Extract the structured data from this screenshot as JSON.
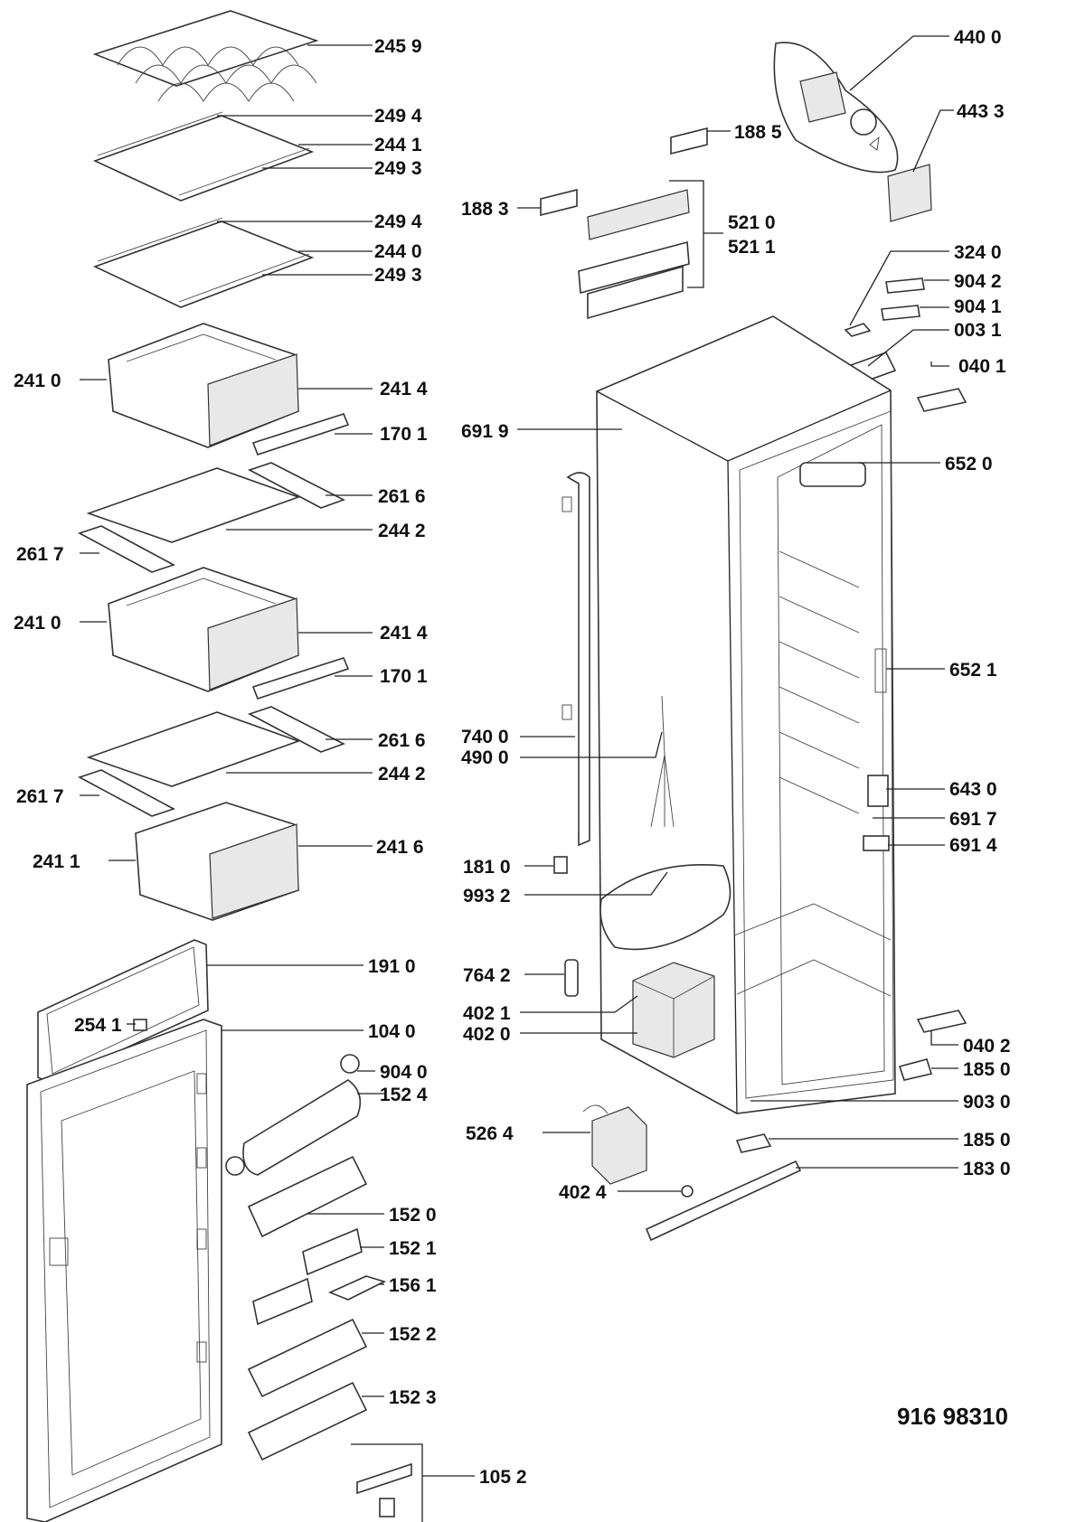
{
  "document_number": "916 98310",
  "callouts": {
    "c2459": "245 9",
    "c2494a": "249 4",
    "c2441": "244 1",
    "c2493a": "249 3",
    "c2494b": "249 4",
    "c2440": "244 0",
    "c2493b": "249 3",
    "c2410a": "241 0",
    "c2414a": "241 4",
    "c1701a": "170 1",
    "c2616a": "261 6",
    "c2442a": "244 2",
    "c2617a": "261 7",
    "c2410b": "241 0",
    "c2414b": "241 4",
    "c1701b": "170 1",
    "c2616b": "261 6",
    "c2442b": "244 2",
    "c2617b": "261 7",
    "c2411": "241 1",
    "c2416": "241 6",
    "c1910": "191 0",
    "c2541": "254 1",
    "c1040": "104 0",
    "c9040": "904 0",
    "c1524": "152 4",
    "c1520": "152 0",
    "c1521": "152 1",
    "c1561": "156 1",
    "c1522": "152 2",
    "c1523": "152 3",
    "c1052": "105 2",
    "c4400": "440 0",
    "c4433": "443 3",
    "c1885": "188 5",
    "c1883": "188 3",
    "c5210": "521 0",
    "c5211": "521 1",
    "c3240": "324 0",
    "c9042": "904 2",
    "c9041": "904 1",
    "c0031": "003 1",
    "c0401": "040 1",
    "c6919": "691 9",
    "c6520": "652 0",
    "c6521": "652 1",
    "c7400": "740 0",
    "c4900": "490 0",
    "c6430": "643 0",
    "c6917": "691 7",
    "c6914": "691 4",
    "c1810": "181 0",
    "c9932": "993 2",
    "c7642": "764 2",
    "c4021": "402 1",
    "c4020": "402 0",
    "c0402": "040 2",
    "c1850a": "185 0",
    "c9030": "903 0",
    "c5264": "526 4",
    "c1850b": "185 0",
    "c1830": "183 0",
    "c4024": "402 4"
  }
}
